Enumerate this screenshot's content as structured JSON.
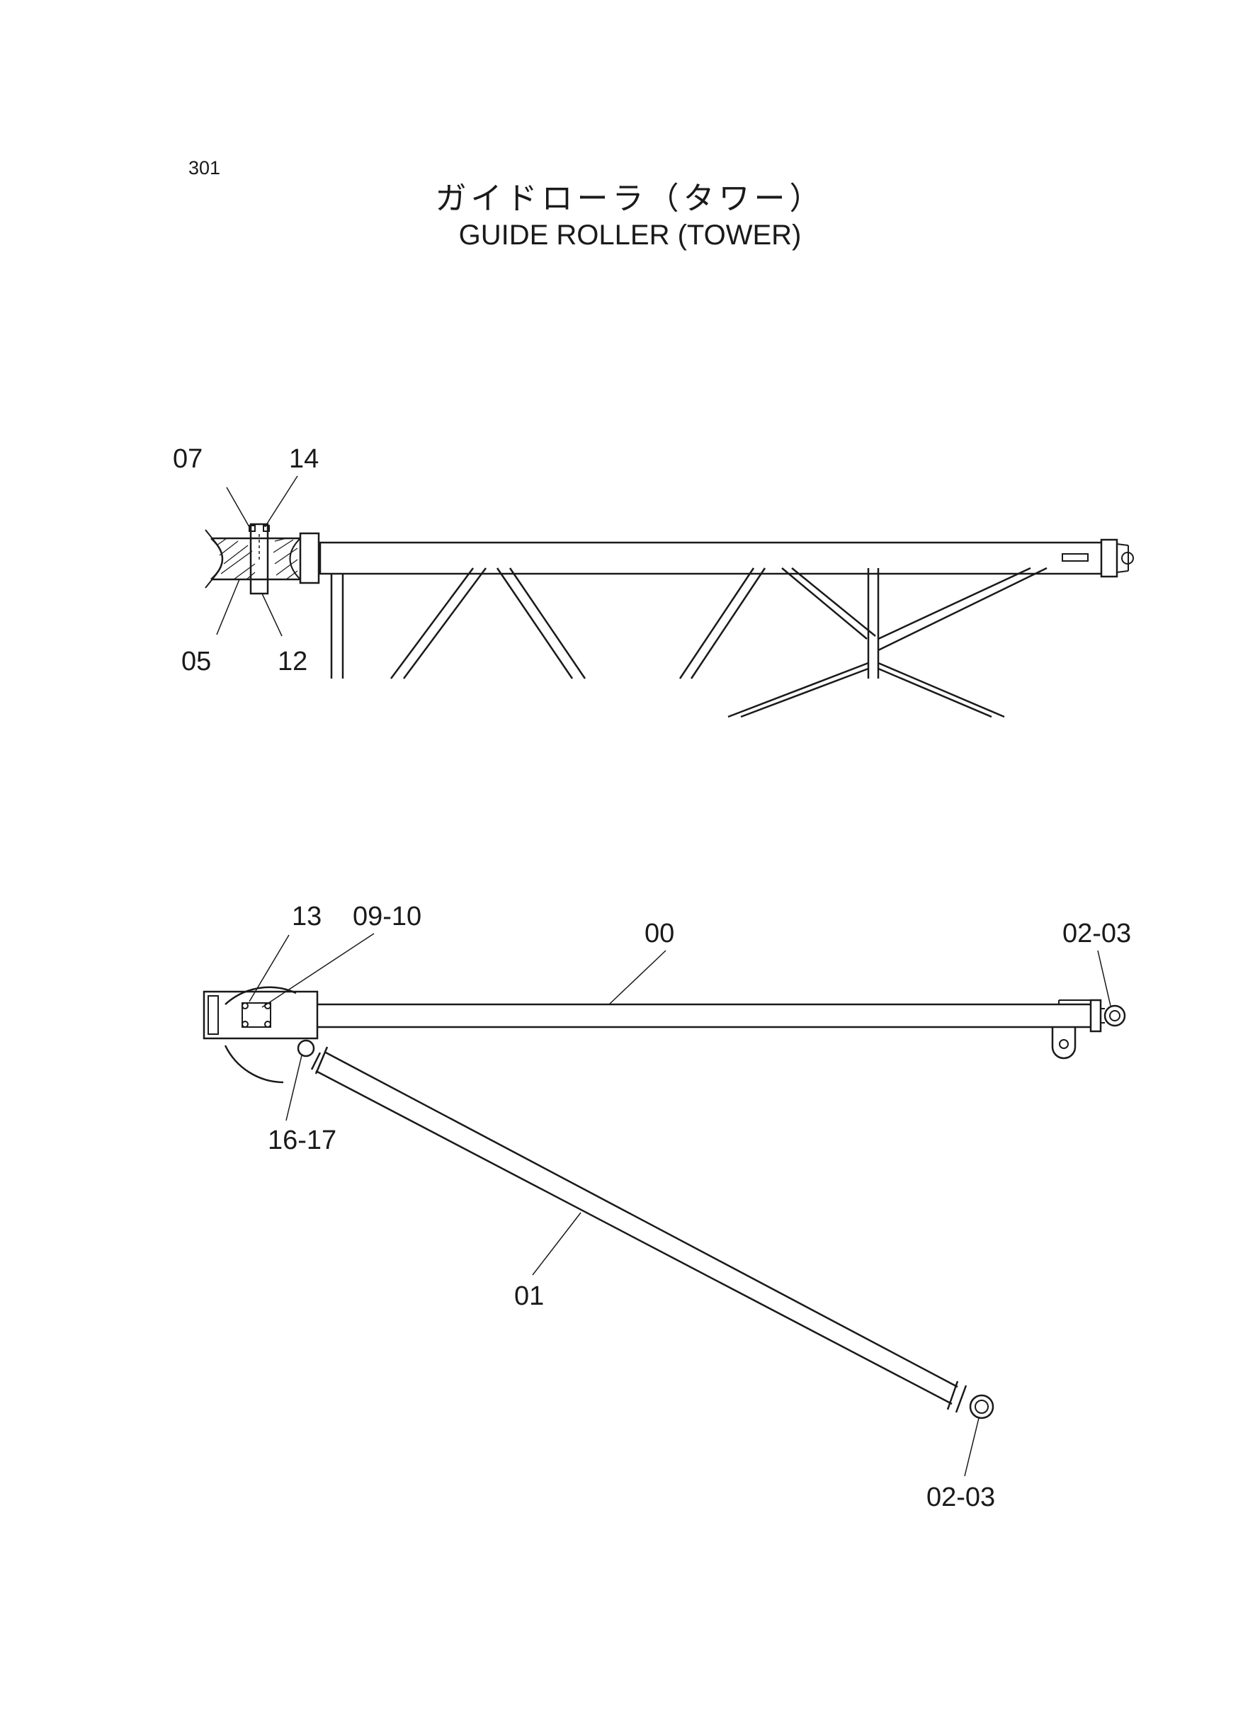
{
  "page": {
    "number": "301"
  },
  "title": {
    "japanese": "ガイドローラ（タワー）",
    "english": "GUIDE ROLLER (TOWER)"
  },
  "side_view": {
    "callouts": [
      "07",
      "14",
      "05",
      "12"
    ]
  },
  "top_view": {
    "callouts": [
      "13",
      "09-10",
      "00",
      "02-03",
      "16-17",
      "01",
      "02-03"
    ]
  }
}
